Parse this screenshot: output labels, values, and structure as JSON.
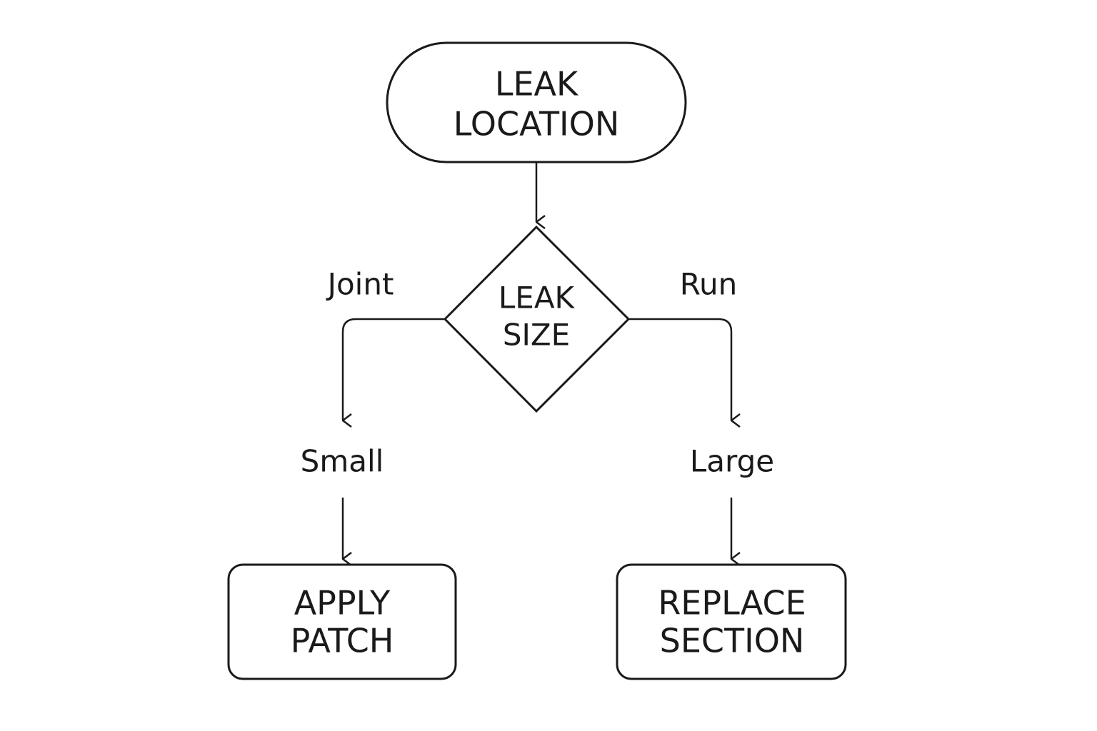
{
  "nodes": {
    "start": {
      "lines": [
        "LEAK",
        "LOCATION"
      ]
    },
    "decision": {
      "lines": [
        "LEAK",
        "SIZE"
      ]
    },
    "left_action": {
      "lines": [
        "APPLY",
        "PATCH"
      ]
    },
    "right_action": {
      "lines": [
        "REPLACE",
        "SECTION"
      ]
    }
  },
  "edges": {
    "left_branch": "Joint",
    "right_branch": "Run",
    "left_condition": "Small",
    "right_condition": "Large"
  },
  "colors": {
    "stroke": "#1a1a1a",
    "background": "#ffffff"
  }
}
